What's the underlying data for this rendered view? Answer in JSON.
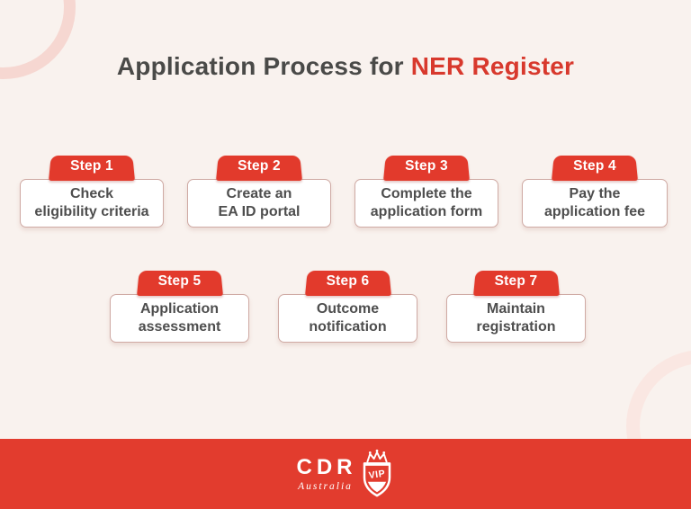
{
  "title": {
    "prefix": "Application Process for ",
    "highlight": "NER Register"
  },
  "steps": [
    {
      "label": "Step 1",
      "line1": "Check",
      "line2": "eligibility criteria"
    },
    {
      "label": "Step 2",
      "line1": "Create an",
      "line2": "EA ID portal"
    },
    {
      "label": "Step 3",
      "line1": "Complete the",
      "line2": "application form"
    },
    {
      "label": "Step 4",
      "line1": "Pay the",
      "line2": "application fee"
    },
    {
      "label": "Step 5",
      "line1": "Application",
      "line2": "assessment"
    },
    {
      "label": "Step 6",
      "line1": "Outcome",
      "line2": "notification"
    },
    {
      "label": "Step 7",
      "line1": "Maintain",
      "line2": "registration"
    }
  ],
  "footer": {
    "brand": "CDR",
    "brand_sub": "Australia",
    "badge": "VIP",
    "badge_icon": "vip-shield-crown-icon"
  },
  "decor": {
    "top_left": "pink-ring",
    "bottom_right": "pink-ring-faint"
  },
  "colors": {
    "background": "#f9f2ee",
    "accent_red": "#e23a2c",
    "title_red": "#d8392d",
    "title_dark": "#4a4a48",
    "card_text": "#4e4e4e",
    "card_border": "#cfaaa4",
    "footer_red": "#e23c2e",
    "ring_pink": "#f6d7d1",
    "ring_pink_faint": "#fae7e2"
  }
}
